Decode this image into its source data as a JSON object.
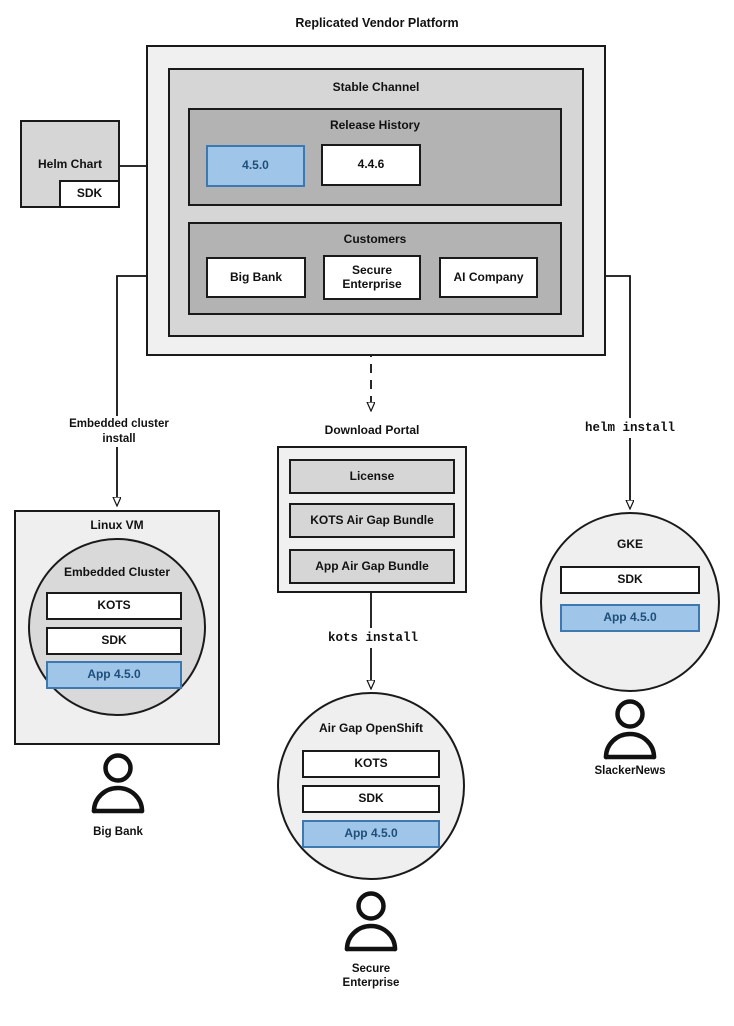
{
  "diagram": {
    "title": "Replicated Vendor Platform",
    "colors": {
      "accent_blue_fill": "#9fc5e8",
      "accent_blue_border": "#3d78b0",
      "accent_blue_text": "#1f4e79",
      "platform_fill": "#f0f0f0",
      "channel_fill": "#d6d6d6",
      "section_fill": "#b3b3b3",
      "stroke": "#1a1a1a"
    }
  },
  "helm_chart": {
    "label": "Helm Chart",
    "sdk_label": "SDK"
  },
  "platform": {
    "channel": {
      "title": "Stable Channel",
      "release_history": {
        "title": "Release History",
        "releases": [
          {
            "version": "4.5.0",
            "highlighted": true
          },
          {
            "version": "4.4.6",
            "highlighted": false
          }
        ]
      },
      "customers": {
        "title": "Customers",
        "items": [
          {
            "name": "Big Bank"
          },
          {
            "name": "Secure\nEnterprise"
          },
          {
            "name": "AI Company"
          }
        ]
      }
    }
  },
  "flows": {
    "embedded_cluster_install": "Embedded cluster\ninstall",
    "helm_install": "helm install",
    "kots_install": "kots install"
  },
  "download_portal": {
    "title": "Download Portal",
    "items": [
      "License",
      "KOTS Air Gap Bundle",
      "App Air Gap Bundle"
    ]
  },
  "targets": {
    "linux_vm": {
      "title": "Linux VM",
      "cluster_title": "Embedded Cluster",
      "components": [
        {
          "label": "KOTS",
          "highlighted": false
        },
        {
          "label": "SDK",
          "highlighted": false
        },
        {
          "label": "App 4.5.0",
          "highlighted": true
        }
      ],
      "actor": "Big Bank"
    },
    "air_gap_openshift": {
      "title": "Air Gap OpenShift",
      "components": [
        {
          "label": "KOTS",
          "highlighted": false
        },
        {
          "label": "SDK",
          "highlighted": false
        },
        {
          "label": "App 4.5.0",
          "highlighted": true
        }
      ],
      "actor": "Secure\nEnterprise"
    },
    "gke": {
      "title": "GKE",
      "components": [
        {
          "label": "SDK",
          "highlighted": false
        },
        {
          "label": "App 4.5.0",
          "highlighted": true
        }
      ],
      "actor": "SlackerNews"
    }
  }
}
